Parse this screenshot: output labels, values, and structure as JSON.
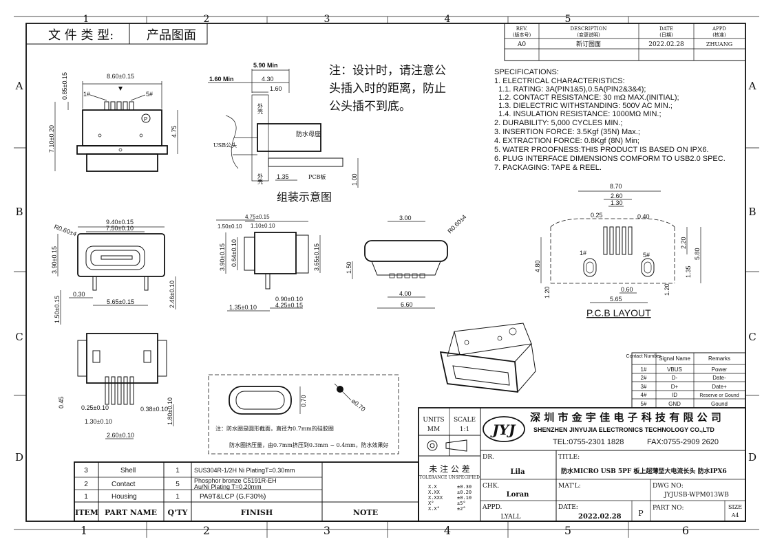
{
  "header": {
    "doc_type_label": "文 件 类 型:",
    "doc_type_value": "产品图面"
  },
  "border": {
    "top_zones": [
      "1",
      "2",
      "3",
      "4",
      "5"
    ],
    "bottom_zones": [
      "1",
      "2",
      "3",
      "4",
      "5",
      "6"
    ],
    "left_zones": [
      "A",
      "B",
      "C",
      "D"
    ],
    "right_zones": [
      "A",
      "B",
      "C",
      "D"
    ]
  },
  "revision": {
    "headers": [
      "REV.",
      "(版本号)",
      "DESCRIPTION",
      "(变更说明)",
      "DATE",
      "(日期)",
      "APPD",
      "(核准)"
    ],
    "rows": [
      {
        "rev": "A0",
        "desc": "新订图面",
        "date": "2022.02.28",
        "appd": "ZHUANG"
      }
    ]
  },
  "specifications": {
    "title": "SPECIFICATIONS:",
    "lines": [
      "1. ELECTRICAL CHARACTERISTICS:",
      "  1.1. RATING: 3A(PIN1&5),0.5A(PIN2&3&4);",
      "  1.2. CONTACT RESISTANCE: 30 mΩ MAX.(INITIAL);",
      "  1.3. DIELECTRIC WITHSTANDING: 500V AC MIN.;",
      "  1.4. INSULATION RESISTANCE: 1000MΩ MIN.;",
      "2. DURABILITY: 5,000 CYCLES MIN.;",
      "3. INSERTION FORCE: 3.5Kgf (35N) Max.;",
      "4. EXTRACTION FORCE: 0.8Kgf (8N) Min;",
      "5. WATER PROOFNESS:THIS PRODUCT IS BASED ON IPX6.",
      "6. PLUG INTERFACE DIMENSIONS COMFORM TO USB2.0 SPEC.",
      "7. PACKAGING: TAPE & REEL."
    ]
  },
  "note": {
    "lines": [
      "注：设计时，请注意公",
      "头插入时的距离，防止",
      "公头插不到底。"
    ],
    "assembly_title": "组装示意图",
    "labels": {
      "usb_plug": "USB公头",
      "receptacle": "防水母座",
      "pcb": "PCB板",
      "shell_a": "外壳",
      "shell_b": "外壳"
    }
  },
  "dims": {
    "top_view": {
      "width": "8.60±0.15",
      "pin1": "1#",
      "pin5": "5#",
      "d085": "0.85±0.15",
      "d475": "4.75",
      "d710": "7.10±0.20"
    },
    "assembly": {
      "d590": "5.90 Min",
      "d430": "4.30",
      "d160a": "1.60 Min",
      "d160b": "1.60",
      "d135": "1.35",
      "d100": "1.00"
    },
    "front_view": {
      "r": "R0.60±4",
      "w940": "9.40±0.15",
      "w750": "7.50±0.10",
      "h390": "3.90±0.15",
      "d030": "0.30",
      "w565": "5.65±0.15",
      "h246": "2.46±0.10",
      "h150": "1.50±0.15"
    },
    "side_view": {
      "d150": "1.50±0.10",
      "d475": "4.75±0.15",
      "d110": "1.10±0.10",
      "h390": "3.90±0.15",
      "h064": "0.64±0.10",
      "h365": "3.65±0.15",
      "d135": "1.35±0.10",
      "d090": "0.90±0.10",
      "d425": "4.25±0.15"
    },
    "rear_view": {
      "w300": "3.00",
      "r": "R0.60±4",
      "h150": "1.50",
      "w400": "4.00",
      "w660": "6.60"
    },
    "bottom_view": {
      "d045": "0.45",
      "d025": "0.25±0.10",
      "d130": "1.30±0.10",
      "d260": "2.60±0.10",
      "d038": "0.38±0.10",
      "d180": "1.80±0.10"
    },
    "pcb_layout": {
      "w870": "8.70",
      "w260": "2.60",
      "w130": "1.30",
      "w025": "0.25",
      "w040": "0.40",
      "h220": "2.20",
      "h480": "4.80",
      "h580": "5.80",
      "h135": "1.35",
      "h120a": "1.20",
      "h120b": "1.20",
      "w060": "0.60",
      "w565": "5.65",
      "pin1": "1#",
      "pin5": "5#",
      "title": "P.C.B LAYOUT"
    }
  },
  "seal": {
    "dim_070": "0.70",
    "dim_d070": "⌀0.70",
    "note1": "注：防水圈是圆形截面，直径为0.7mm的硅胶圈",
    "note2": "防水圈挤压量，由0.7mm挤压到0.3mm ~ 0.4mm，防水效果好"
  },
  "pin_table": {
    "headers": [
      "Contact Number",
      "Signal Name",
      "Remarks"
    ],
    "rows": [
      [
        "1#",
        "VBUS",
        "Power"
      ],
      [
        "2#",
        "D-",
        "Date-"
      ],
      [
        "3#",
        "D+",
        "Date+"
      ],
      [
        "4#",
        "ID",
        "Reserve or Gound"
      ],
      [
        "5#",
        "GND",
        "Gound"
      ]
    ]
  },
  "title_block": {
    "units_label": "UNITS",
    "units_value": "MM",
    "scale_label": "SCALE",
    "scale_value": "1:1",
    "logo_text": "JYJ",
    "company_cn": "深 圳 市 金 宇 佳 电 子 科 技 有 限 公 司",
    "company_en": "SHENZHEN JINYUJIA ELECTRONICS TECHNOLOGY CO.,LTD",
    "tel": "TEL:0755-2301 1828",
    "fax": "FAX:0755-2909 2620",
    "tol_title": "未 注 公 差",
    "tol_sub": "TOLERANCE UNSPECIFIED",
    "tolerances": [
      [
        "X.X",
        "±0.30"
      ],
      [
        "X.XX",
        "±0.20"
      ],
      [
        "X.XXX",
        "±0.10"
      ],
      [
        "X°",
        "±5°"
      ],
      [
        "X.X°",
        "±2°"
      ]
    ],
    "dr_label": "DR.",
    "dr_value": "Lila",
    "chk_label": "CHK.",
    "chk_value": "Loran",
    "appd_label": "APPD.",
    "appd_value": "LYALL",
    "title_label": "TITLE:",
    "title_value": "防水MICRO USB 5PF 板上超薄型大电流长头 防水IPX6",
    "matl_label": "MAT'L:",
    "dwg_label": "DWG NO:",
    "dwg_value": "JYJUSB-WPM013WB",
    "date_label": "DATE:",
    "date_value": "2022.02.28",
    "p_label": "P",
    "part_label": "PART NO:",
    "size_label": "SIZE",
    "size_value": "A4"
  },
  "bom": {
    "headers": [
      "ITEM",
      "PART NAME",
      "Q'TY",
      "FINISH",
      "NOTE"
    ],
    "rows": [
      {
        "item": "3",
        "name": "Shell",
        "qty": "1",
        "finish": "SUS304R-1/2H  Ni  PlatingT=0.30mm",
        "finish2": "",
        "note": ""
      },
      {
        "item": "2",
        "name": "Contact",
        "qty": "5",
        "finish": "Phosphor bronze C5191R-EH",
        "finish2": "Au/Ni  Plating  T=0.20mm",
        "note": ""
      },
      {
        "item": "1",
        "name": "Housing",
        "qty": "1",
        "finish": "PA9T&LCP (G.F30%)",
        "finish2": "",
        "note": ""
      }
    ]
  }
}
